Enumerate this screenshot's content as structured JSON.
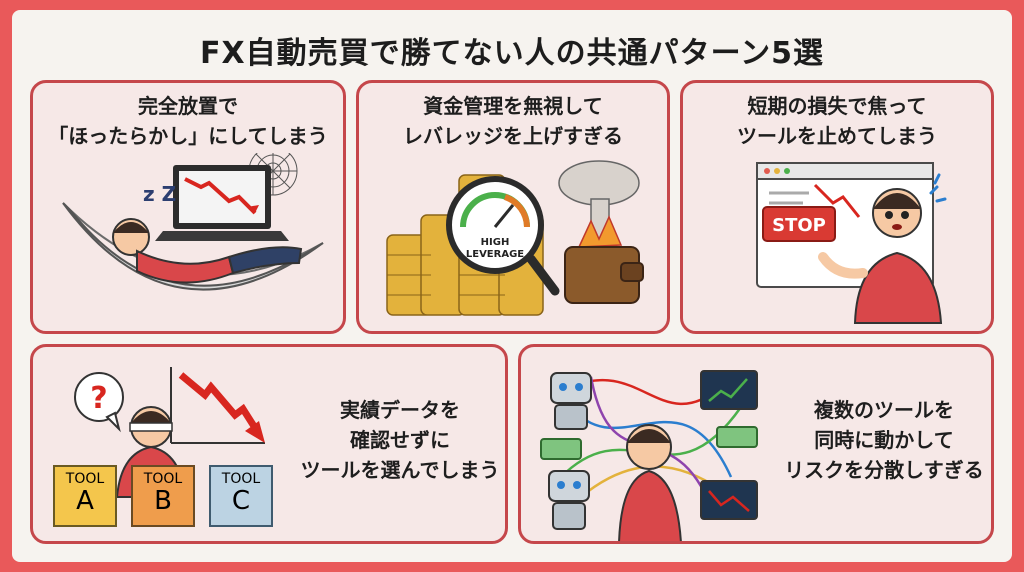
{
  "title": "FX自動売買で勝てない人の共通パターン5選",
  "cards": [
    {
      "lines": [
        "完全放置で",
        "「ほったらかし」にしてしまう"
      ]
    },
    {
      "lines": [
        "資金管理を無視して",
        "レバレッジを上げすぎる"
      ],
      "gauge_label": [
        "HIGH",
        "LEVERAGE"
      ]
    },
    {
      "lines": [
        "短期の損失で焦って",
        "ツールを止めてしまう"
      ],
      "stop_label": "STOP"
    },
    {
      "lines": [
        "実績データを",
        "確認せずに",
        "ツールを選んでしまう"
      ],
      "question": "?",
      "tools": [
        {
          "top": "TOOL",
          "letter": "A"
        },
        {
          "top": "TOOL",
          "letter": "B"
        },
        {
          "top": "TOOL",
          "letter": "C"
        }
      ]
    },
    {
      "lines": [
        "複数のツールを",
        "同時に動かして",
        "リスクを分散しすぎる"
      ]
    }
  ],
  "colors": {
    "accent": "#e9595a",
    "card_border": "#c5474b",
    "card_bg": "#f6e8e7",
    "loss_red": "#d8261f"
  }
}
